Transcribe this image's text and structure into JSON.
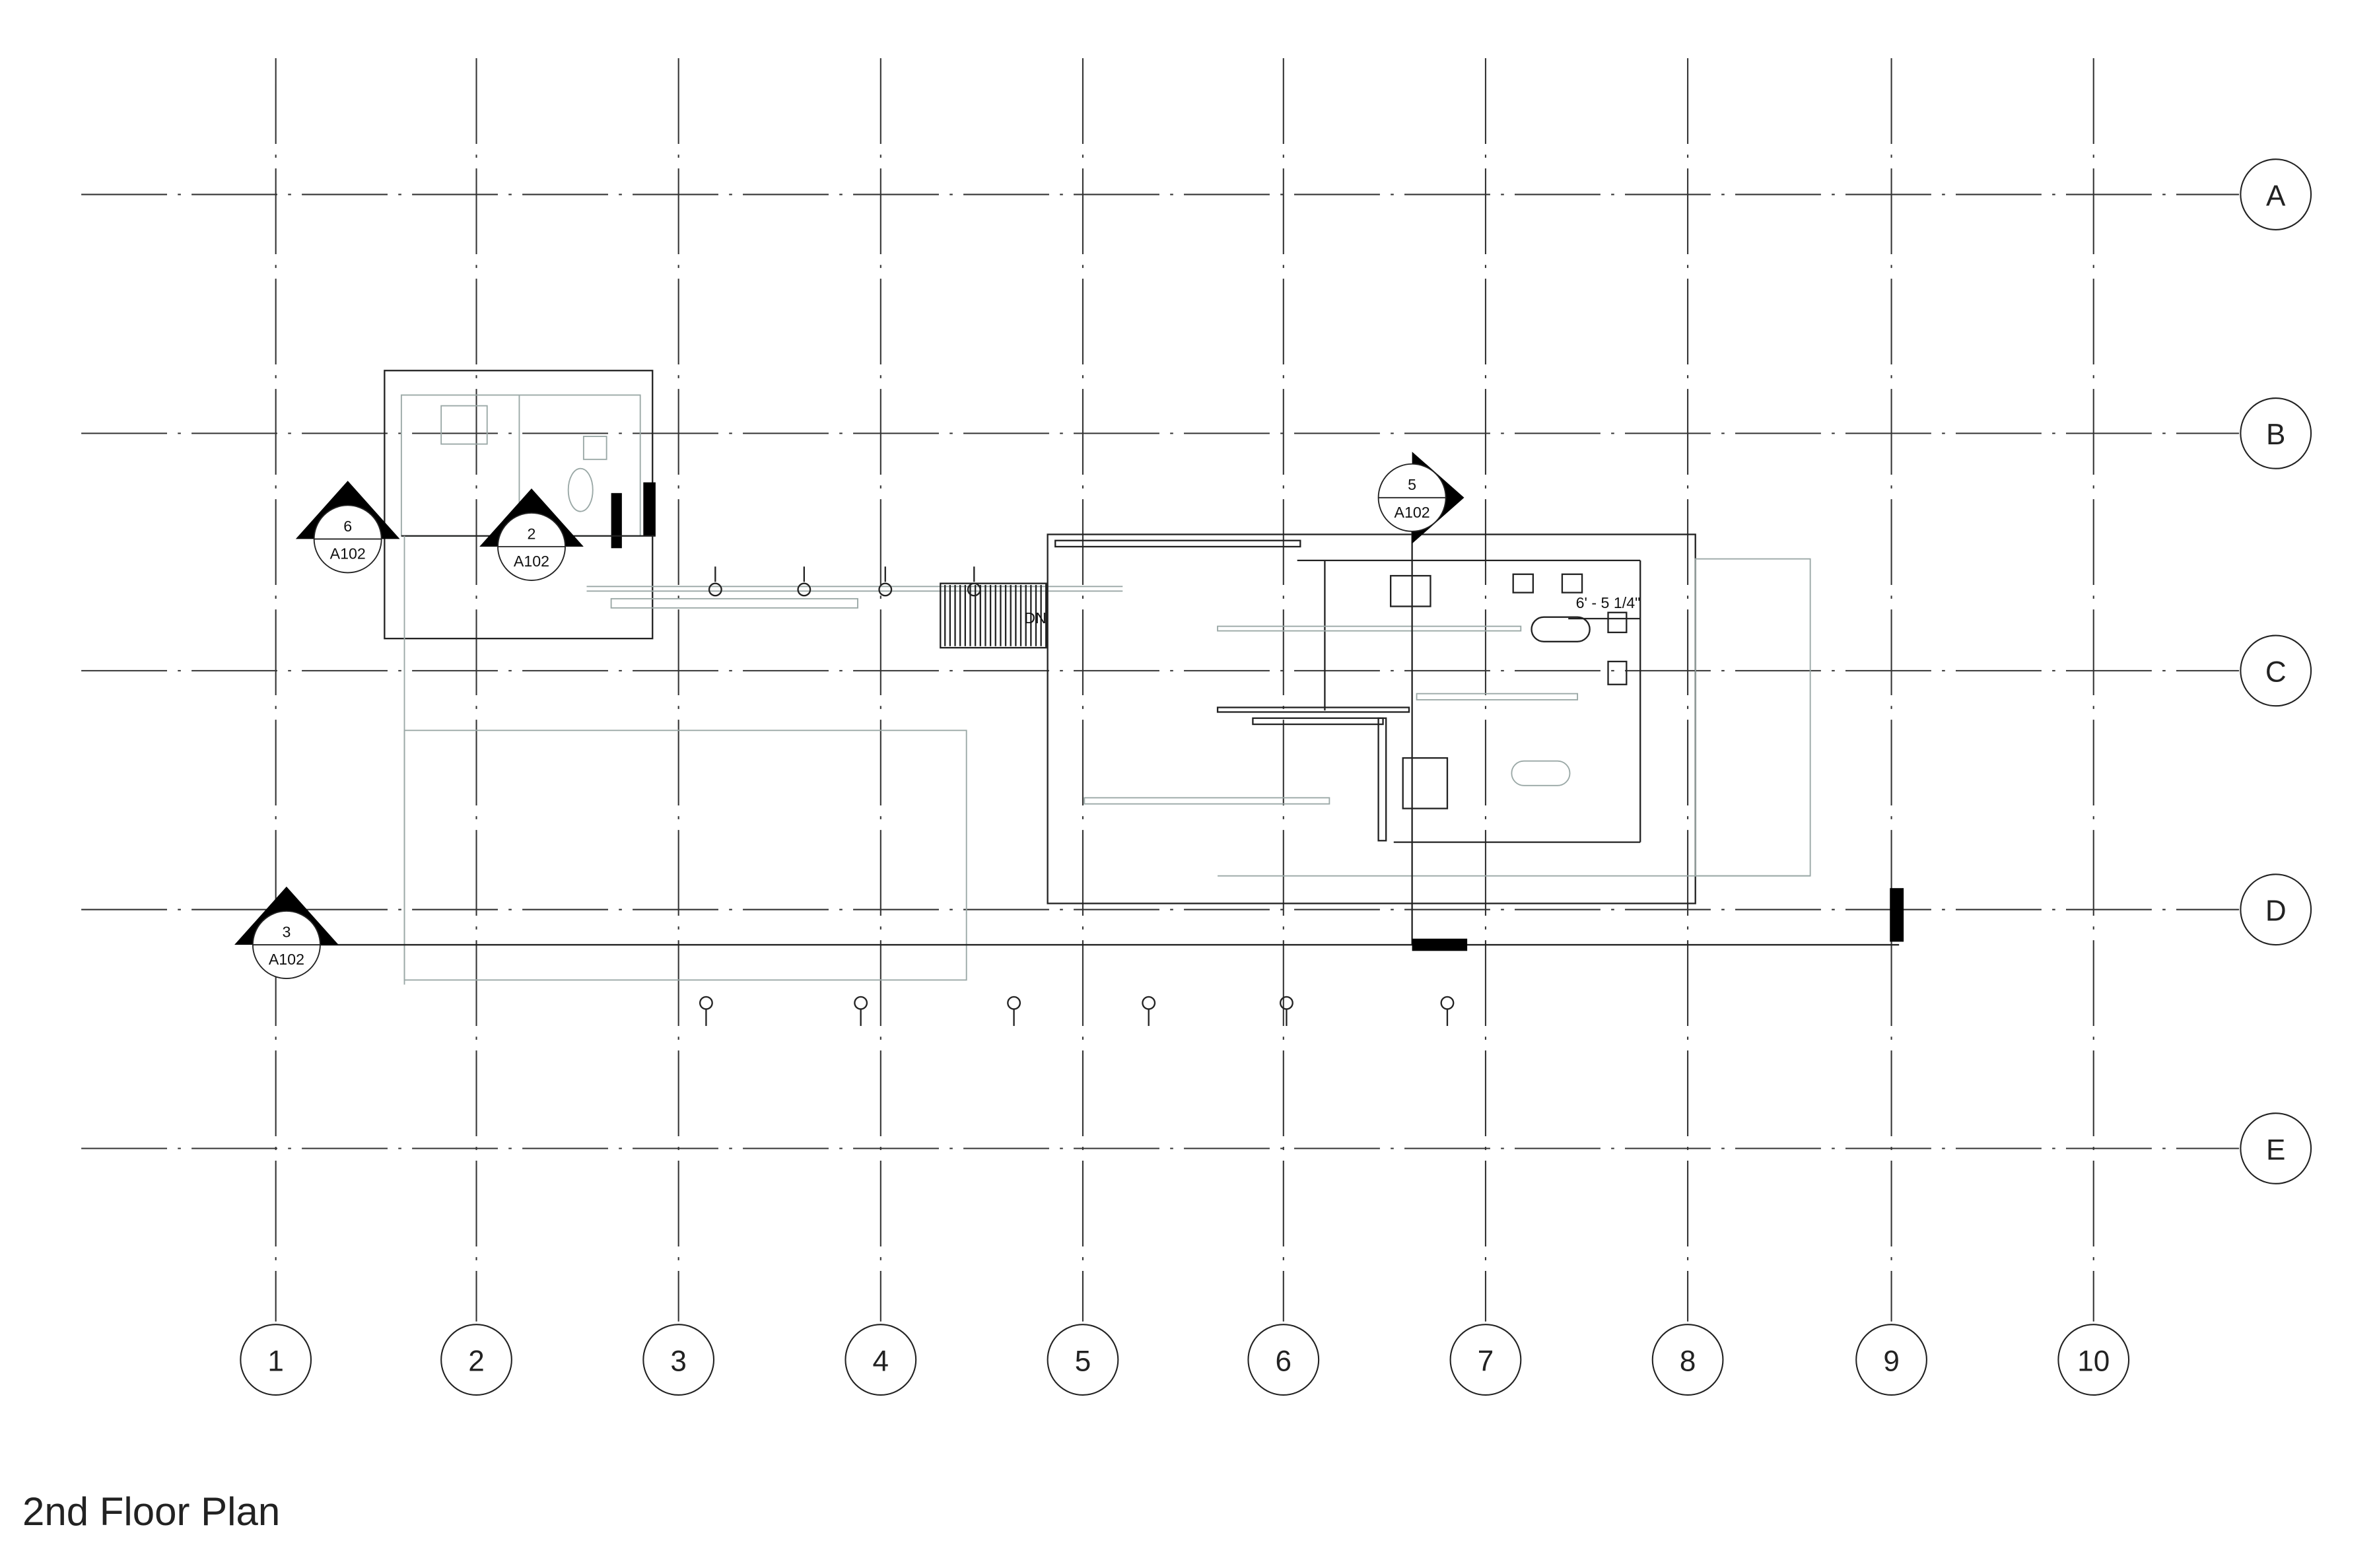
{
  "drawing": {
    "title": "2nd Floor Plan",
    "grid_columns": [
      "1",
      "2",
      "3",
      "4",
      "5",
      "6",
      "7",
      "8",
      "9",
      "10"
    ],
    "grid_rows": [
      "A",
      "B",
      "C",
      "D",
      "E"
    ],
    "section_markers": [
      {
        "number": "6",
        "sheet": "A102",
        "direction": "up"
      },
      {
        "number": "2",
        "sheet": "A102",
        "direction": "up"
      },
      {
        "number": "3",
        "sheet": "A102",
        "direction": "up"
      },
      {
        "number": "5",
        "sheet": "A102",
        "direction": "right"
      }
    ],
    "stair_label": "DN",
    "dimension_label": "6' - 5 1/4\""
  }
}
